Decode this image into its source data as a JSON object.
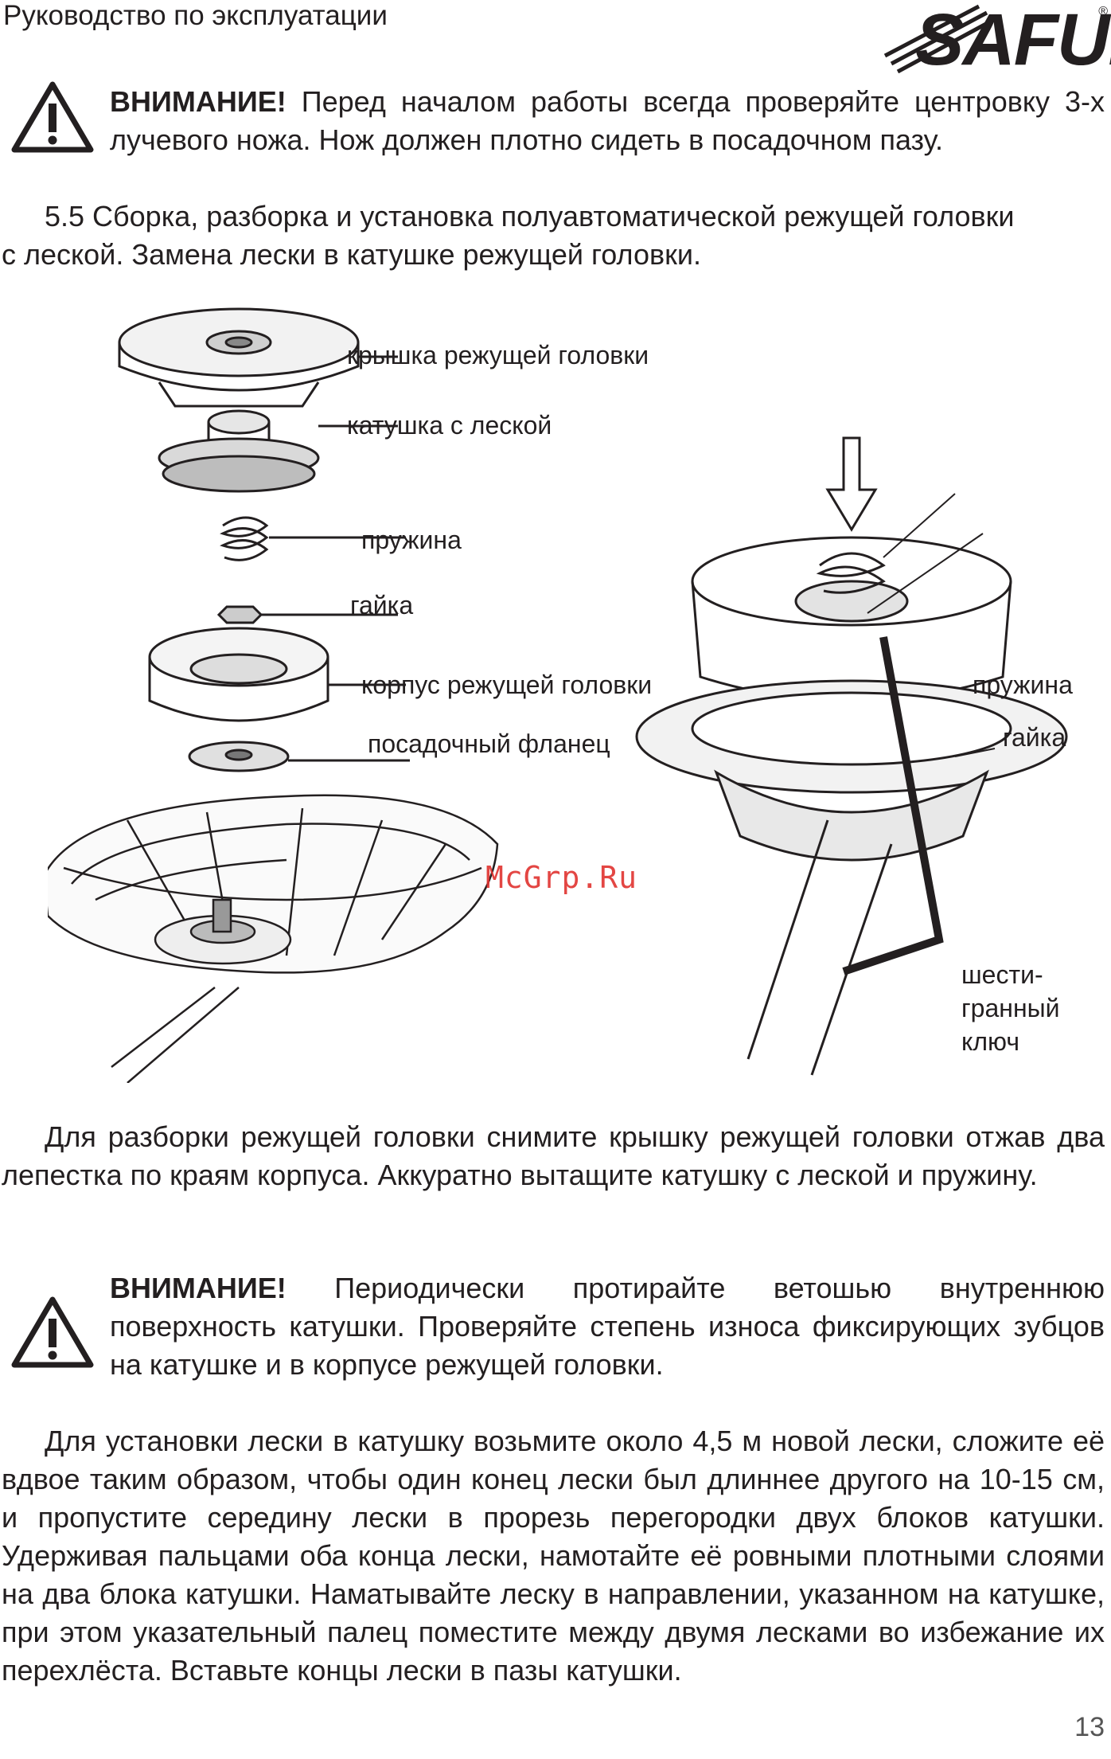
{
  "header": {
    "title": "Руководство по эксплуатации",
    "logo_text": "SAFUN",
    "logo_reg": "®"
  },
  "warning1": {
    "label": "ВНИМАНИЕ!",
    "text": " Перед началом работы всегда проверяйте центровку 3-х лучевого ножа. Нож должен плотно сидеть в посадочном пазу."
  },
  "section": {
    "heading_line1": "5.5 Сборка, разборка и установка полуавтоматической режущей головки",
    "heading_line2": "с леской. Замена лески в катушке режущей головки."
  },
  "diagram_left": {
    "labels": {
      "cover": "крышка режущей головки",
      "spool": "катушка с леской",
      "spring": "пружина",
      "nut": "гайка",
      "housing": "корпус режущей головки",
      "flange": "посадочный фланец"
    }
  },
  "diagram_right": {
    "labels": {
      "spring": "пружина",
      "nut": "гайка",
      "hex_key_line1": "шести-",
      "hex_key_line2": "гранный",
      "hex_key_line3": "ключ"
    }
  },
  "watermark": "McGrp.Ru",
  "para_disassembly": "Для разборки режущей головки снимите крышку режущей головки отжав два лепестка по краям корпуса. Аккуратно вытащите катушку с леской и пружину.",
  "warning2": {
    "label": "ВНИМАНИЕ!",
    "text": " Периодически протирайте ветошью внутреннюю поверхность катушки. Проверяйте степень износа фиксирующих зубцов на катушке и в корпусе режущей головки."
  },
  "para_install": "Для установки лески в катушку возьмите около 4,5 м новой лески, сложите её вдвое таким образом, чтобы один конец лески был длиннее другого на 10-15 см, и пропустите середину лески в прорезь перегородки двух блоков катушки. Удерживая пальцами оба конца лески, намотайте её ровными плотными слоями на два блока катушки. Наматывайте леску в направлении, указанном на катушке, при этом указательный палец поместите между двумя лесками во избежание их перехлёста. Вставьте концы лески в пазы катушки.",
  "page_number": "13",
  "colors": {
    "text": "#231f20",
    "watermark": "#e0322f"
  }
}
